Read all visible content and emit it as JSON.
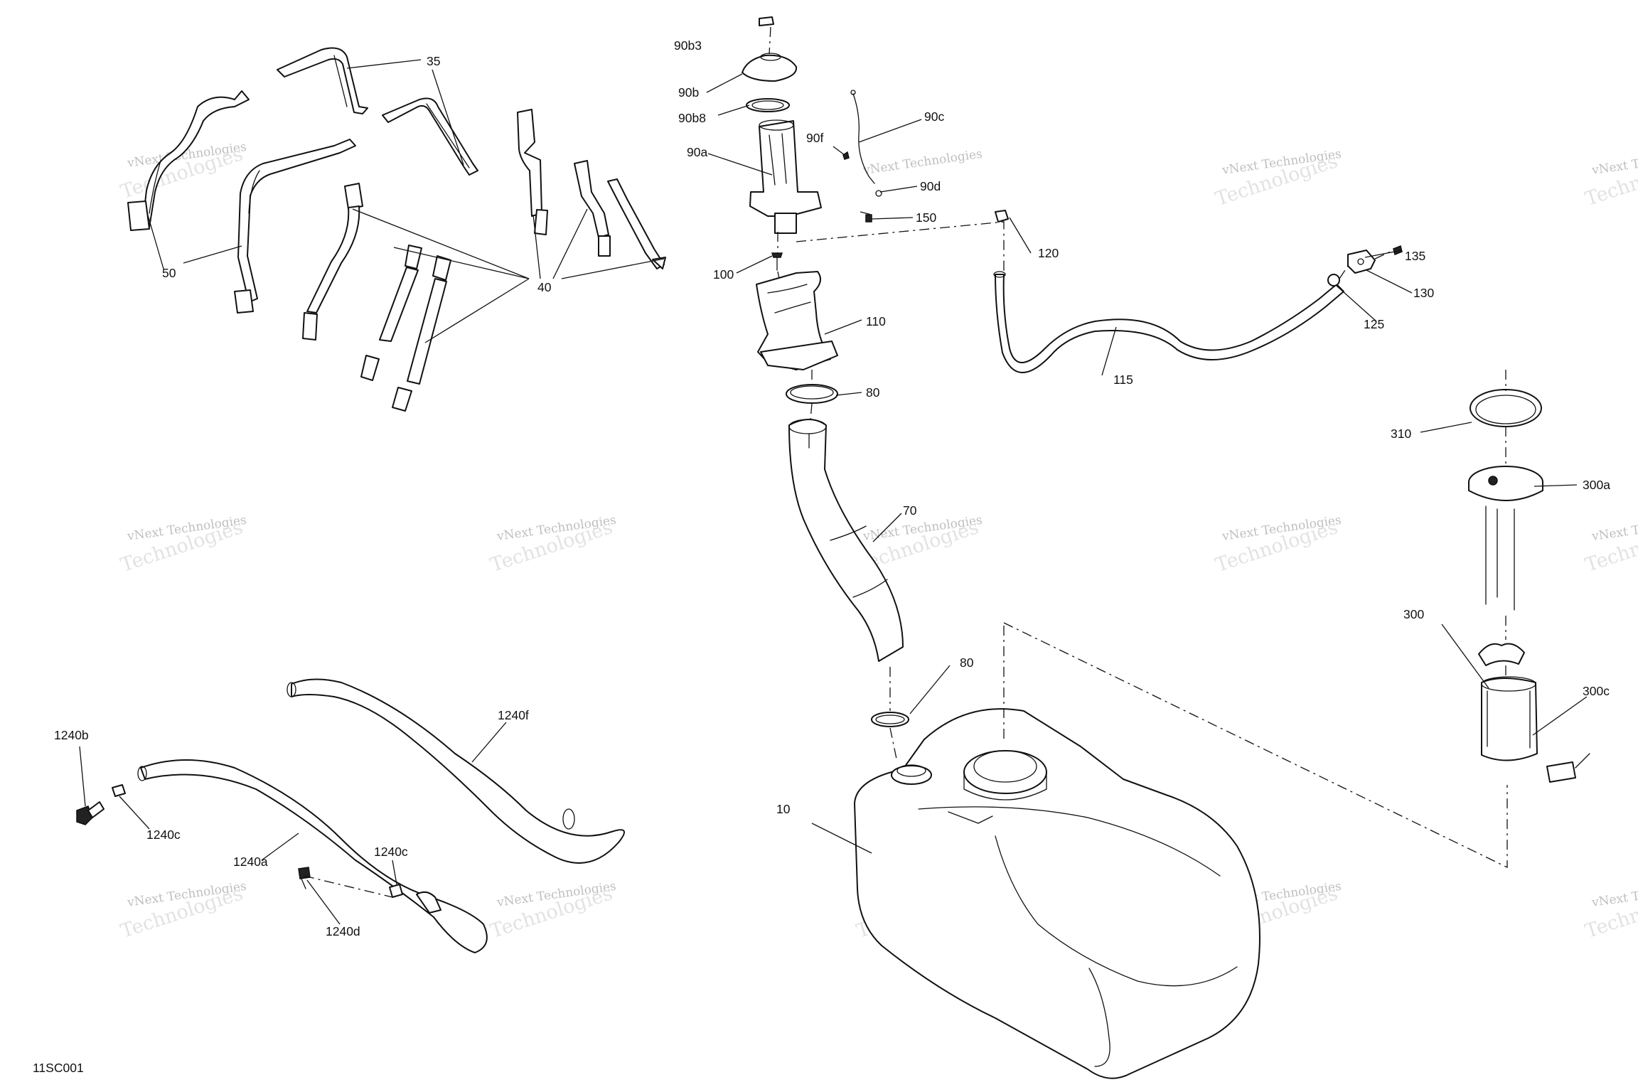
{
  "figure_code": "11SC001",
  "watermark": {
    "line1": "vNext Technologies",
    "line2": "Technologies"
  },
  "callouts": {
    "c35": "35",
    "c50": "50",
    "c40": "40",
    "c90b3": "90b3",
    "c90b": "90b",
    "c90b8": "90b8",
    "c90a": "90a",
    "c90c": "90c",
    "c90f": "90f",
    "c90d": "90d",
    "c150": "150",
    "c100": "100",
    "c110": "110",
    "c80a": "80",
    "c70": "70",
    "c80b": "80",
    "c10": "10",
    "c120": "120",
    "c135": "135",
    "c130": "130",
    "c125": "125",
    "c115": "115",
    "c310": "310",
    "c300a": "300a",
    "c300": "300",
    "c300c": "300c",
    "c1240b": "1240b",
    "c1240c_left": "1240c",
    "c1240f": "1240f",
    "c1240a": "1240a",
    "c1240c_right": "1240c",
    "c1240d": "1240d"
  }
}
